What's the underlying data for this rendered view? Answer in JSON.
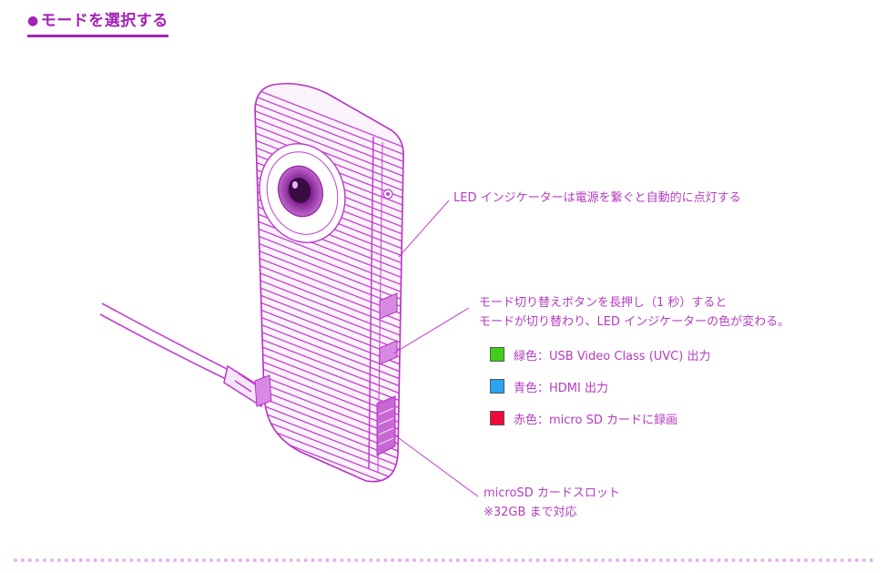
{
  "section": {
    "bullet": "●",
    "title": "モードを選択する"
  },
  "callouts": {
    "led": "LED インジケーターは電源を繋ぐと自動的に点灯する",
    "mode_line1": "モード切り替えボタンを長押し（1 秒）すると",
    "mode_line2": "モードが切り替わり、LED インジケーターの色が変わる。",
    "sd_line1": "microSD カードスロット",
    "sd_line2": "※32GB まで対応"
  },
  "legend": [
    {
      "color": "#3fcf1a",
      "label": "緑色：USB Video Class (UVC) 出力"
    },
    {
      "color": "#2aa5f2",
      "label": "青色：HDMI 出力"
    },
    {
      "color": "#ee0a3b",
      "label": "赤色：micro SD カードに録画"
    }
  ],
  "colors": {
    "accent": "#a323b3",
    "line": "#c33ed0",
    "lens": "#7a1d86"
  }
}
